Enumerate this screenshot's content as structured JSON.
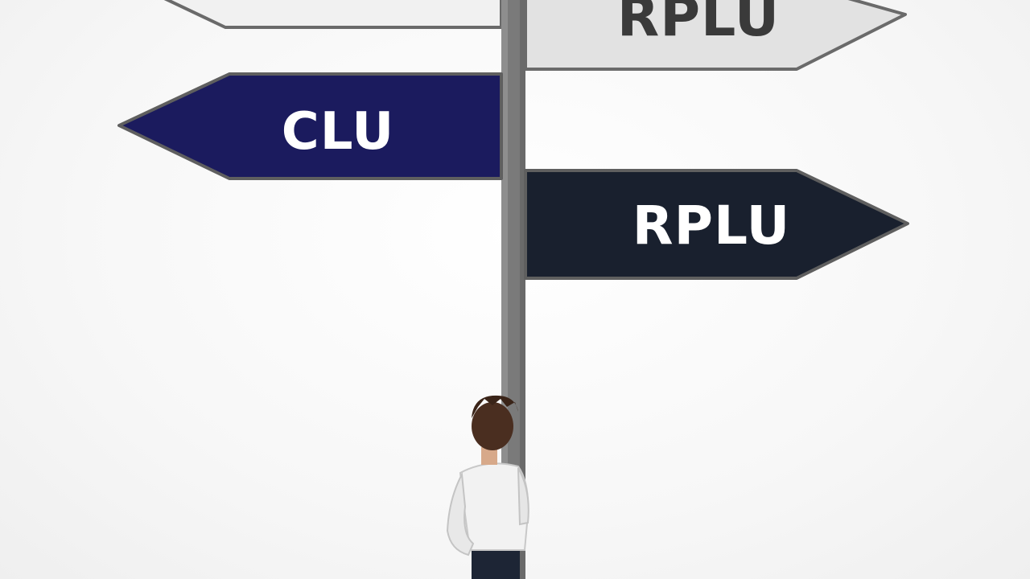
{
  "signs": {
    "top_left": {
      "label": "",
      "color": "#f1f1f1"
    },
    "top_right": {
      "label": "RPLU",
      "color": "#e2e2e2",
      "text_color": "#3a3a3a"
    },
    "middle_left": {
      "label": "CLU",
      "color": "#1b1b5e",
      "text_color": "#ffffff"
    },
    "bottom_right": {
      "label": "RPLU",
      "color": "#19202e",
      "text_color": "#ffffff"
    }
  },
  "colors": {
    "pole": "#7a7a7a",
    "outline": "#5f5f5f",
    "hair": "#4a2e20",
    "shirt": "#f2f2f2",
    "pants": "#1d2535"
  }
}
